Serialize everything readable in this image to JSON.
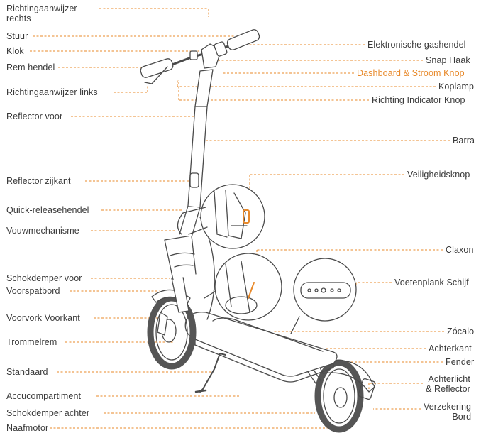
{
  "labels_left": [
    {
      "id": "richting-rechts",
      "text": "Richtingaanwijzer\nrechts"
    },
    {
      "id": "stuur",
      "text": "Stuur"
    },
    {
      "id": "klok",
      "text": "Klok"
    },
    {
      "id": "rem-hendel",
      "text": "Rem hendel"
    },
    {
      "id": "richting-links",
      "text": "Richtingaanwijzer links"
    },
    {
      "id": "reflector-voor",
      "text": "Reflector voor"
    },
    {
      "id": "reflector-zijkant",
      "text": "Reflector zijkant"
    },
    {
      "id": "quick-release",
      "text": "Quick-releasehendel"
    },
    {
      "id": "vouwmechanisme",
      "text": "Vouwmechanisme"
    },
    {
      "id": "schokdemper-voor",
      "text": "Schokdemper voor"
    },
    {
      "id": "voorspatbord",
      "text": "Voorspatbord"
    },
    {
      "id": "voorvork",
      "text": "Voorvork Voorkant"
    },
    {
      "id": "trommelrem",
      "text": "Trommelrem"
    },
    {
      "id": "standaard",
      "text": "Standaard"
    },
    {
      "id": "accucompartiment",
      "text": "Accucompartiment"
    },
    {
      "id": "schokdemper-achter",
      "text": "Schokdemper achter"
    },
    {
      "id": "naafmotor",
      "text": "Naafmotor"
    }
  ],
  "labels_right": [
    {
      "id": "gashendel",
      "text": "Elektronische gashendel"
    },
    {
      "id": "snap-haak",
      "text": "Snap Haak"
    },
    {
      "id": "dashboard",
      "text": "Dashboard & Stroom Knop"
    },
    {
      "id": "koplamp",
      "text": "Koplamp"
    },
    {
      "id": "richting-knop",
      "text": "Richting Indicator Knop"
    },
    {
      "id": "barra",
      "text": "Barra"
    },
    {
      "id": "veiligheidsknop",
      "text": "Veiligheidsknop"
    },
    {
      "id": "claxon",
      "text": "Claxon"
    },
    {
      "id": "voetenplank",
      "text": "Voetenplank Schijf"
    },
    {
      "id": "zocalo",
      "text": "Zócalo"
    },
    {
      "id": "achterkant",
      "text": "Achterkant"
    },
    {
      "id": "fender",
      "text": "Fender"
    },
    {
      "id": "achterlicht",
      "text": "Achterlicht\n& Reflector"
    },
    {
      "id": "verzekering",
      "text": "Verzekering\nBord"
    }
  ],
  "colors": {
    "label": "#3a3a3a",
    "leader": "#e8892a",
    "highlight": "#e8892a",
    "outline": "#4a4a4a",
    "tire": "#555555"
  }
}
